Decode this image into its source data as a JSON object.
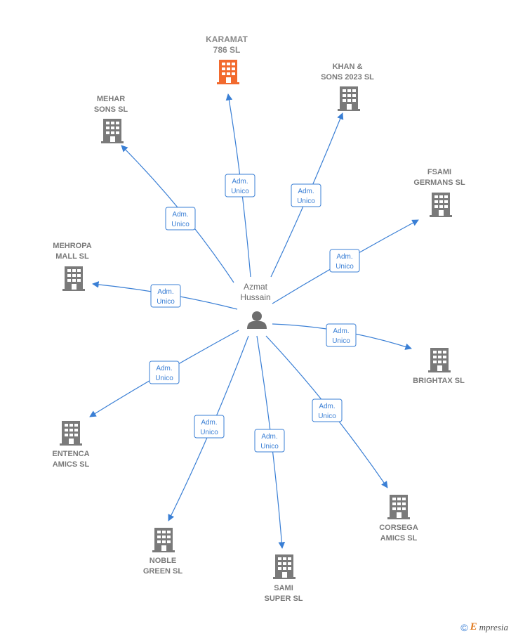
{
  "colors": {
    "edge": "#3a7fd5",
    "building": "#7a7a7a",
    "highlight": "#f26a2e",
    "person": "#6e6e6e"
  },
  "center": {
    "name": [
      "Azmat",
      "Hussain"
    ],
    "icon": "person-icon"
  },
  "edge_label": [
    "Adm.",
    "Unico"
  ],
  "companies": [
    {
      "id": "karamat",
      "name": [
        "KARAMAT",
        "786  SL"
      ],
      "highlight": true
    },
    {
      "id": "khan",
      "name": [
        "KHAN &",
        "SONS 2023  SL"
      ],
      "highlight": false
    },
    {
      "id": "mehar",
      "name": [
        "MEHAR",
        "SONS  SL"
      ],
      "highlight": false
    },
    {
      "id": "fsami",
      "name": [
        "FSAMI",
        "GERMANS SL"
      ],
      "highlight": false
    },
    {
      "id": "mehropa",
      "name": [
        "MEHROPA",
        "MALL  SL"
      ],
      "highlight": false
    },
    {
      "id": "brightax",
      "name": [
        "BRIGHTAX  SL"
      ],
      "highlight": false
    },
    {
      "id": "entenca",
      "name": [
        "ENTENCA",
        "AMICS SL"
      ],
      "highlight": false
    },
    {
      "id": "corsega",
      "name": [
        "CORSEGA",
        "AMICS  SL"
      ],
      "highlight": false
    },
    {
      "id": "noble",
      "name": [
        "NOBLE",
        "GREEN  SL"
      ],
      "highlight": false
    },
    {
      "id": "sami",
      "name": [
        "SAMI",
        "SUPER  SL"
      ],
      "highlight": false
    }
  ],
  "footer": {
    "copyright": "©",
    "brand_initial": "E",
    "brand_rest": "mpresia"
  }
}
